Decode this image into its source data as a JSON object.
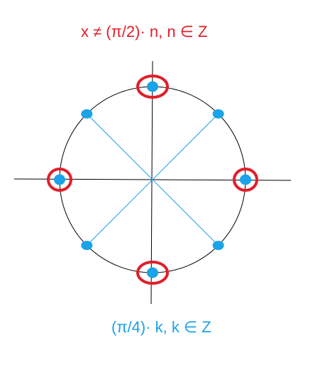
{
  "top_condition": "x ≠ (π/2)· n,  n ∈ Z",
  "bottom_solution": "(π/4)· k,  k  ∈ Z",
  "colors": {
    "excluded": "#e01f2a",
    "solution": "#1aa3e8",
    "axis": "#000000",
    "diagonal": "#1aa3e8"
  },
  "unit_circle": {
    "solution_angles_deg": [
      0,
      45,
      90,
      135,
      180,
      225,
      270,
      315
    ],
    "excluded_angles_deg": [
      0,
      90,
      180,
      270
    ]
  }
}
